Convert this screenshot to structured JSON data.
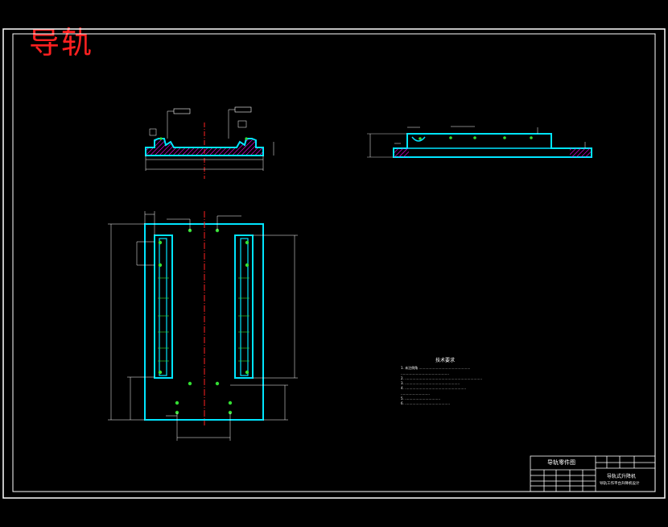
{
  "drawing": {
    "title": "导轨"
  },
  "tech_requirements": {
    "heading": "技术要求",
    "lines": [
      "1. 未注倒角 …………………………………………",
      "   ………………………………………",
      "2. ………………………………………………………………",
      "3. ……………………………………………",
      "4. …………………………………………………",
      "   ………………………",
      "5. ……………………………",
      "6. ……………………………………"
    ]
  },
  "title_block": {
    "name": "导轨零件图",
    "school": "导轨式升降机",
    "subtitle": "导轨工作平台升降机设计"
  },
  "colors": {
    "background": "#000000",
    "frame": "#ffffff",
    "outline": "#00e5ff",
    "centerline": "#ff2020",
    "hatch": "#ff00ff",
    "hole": "#33dd33",
    "title": "#ff2020"
  }
}
